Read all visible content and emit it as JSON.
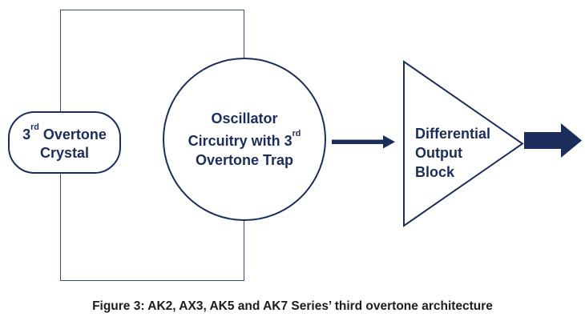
{
  "colors": {
    "navy": "#1b2d5a",
    "outline": "#3d4c6e",
    "caption": "#1d1d1f",
    "background": "#ffffff"
  },
  "diagram": {
    "crystal": {
      "num": "3",
      "sup": "rd",
      "rest": " Overtone",
      "line2": "Crystal"
    },
    "oscillator": {
      "line1": "Oscillator",
      "line2_pre": "Circuitry with 3",
      "line2_sup": "rd",
      "line3": "Overtone Trap"
    },
    "output": {
      "line1": "Differential",
      "line2": "Output",
      "line3": "Block"
    }
  },
  "caption": "Figure 3: AK2, AX3, AK5 and AK7 Series’ third overtone architecture"
}
